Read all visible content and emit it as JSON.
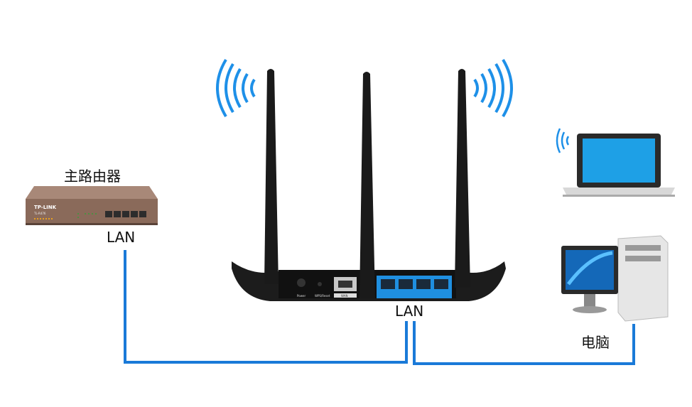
{
  "labels": {
    "main_router": "主路由器",
    "main_router_lan": "LAN",
    "router_lan": "LAN",
    "computer": "电脑"
  },
  "main_router_device": {
    "brand": "TP-LINK",
    "model": "TL-R476"
  },
  "wireless_router_ports": {
    "power": "Power",
    "reset": "WPS/Reset",
    "wan": "WAN"
  },
  "colors": {
    "cable": "#1a7ad8",
    "lan_panel": "#1f8fe0",
    "wifi": "#1e90e8",
    "router_body": "#1c1c1c",
    "main_router_body": "#8a6a5a"
  }
}
